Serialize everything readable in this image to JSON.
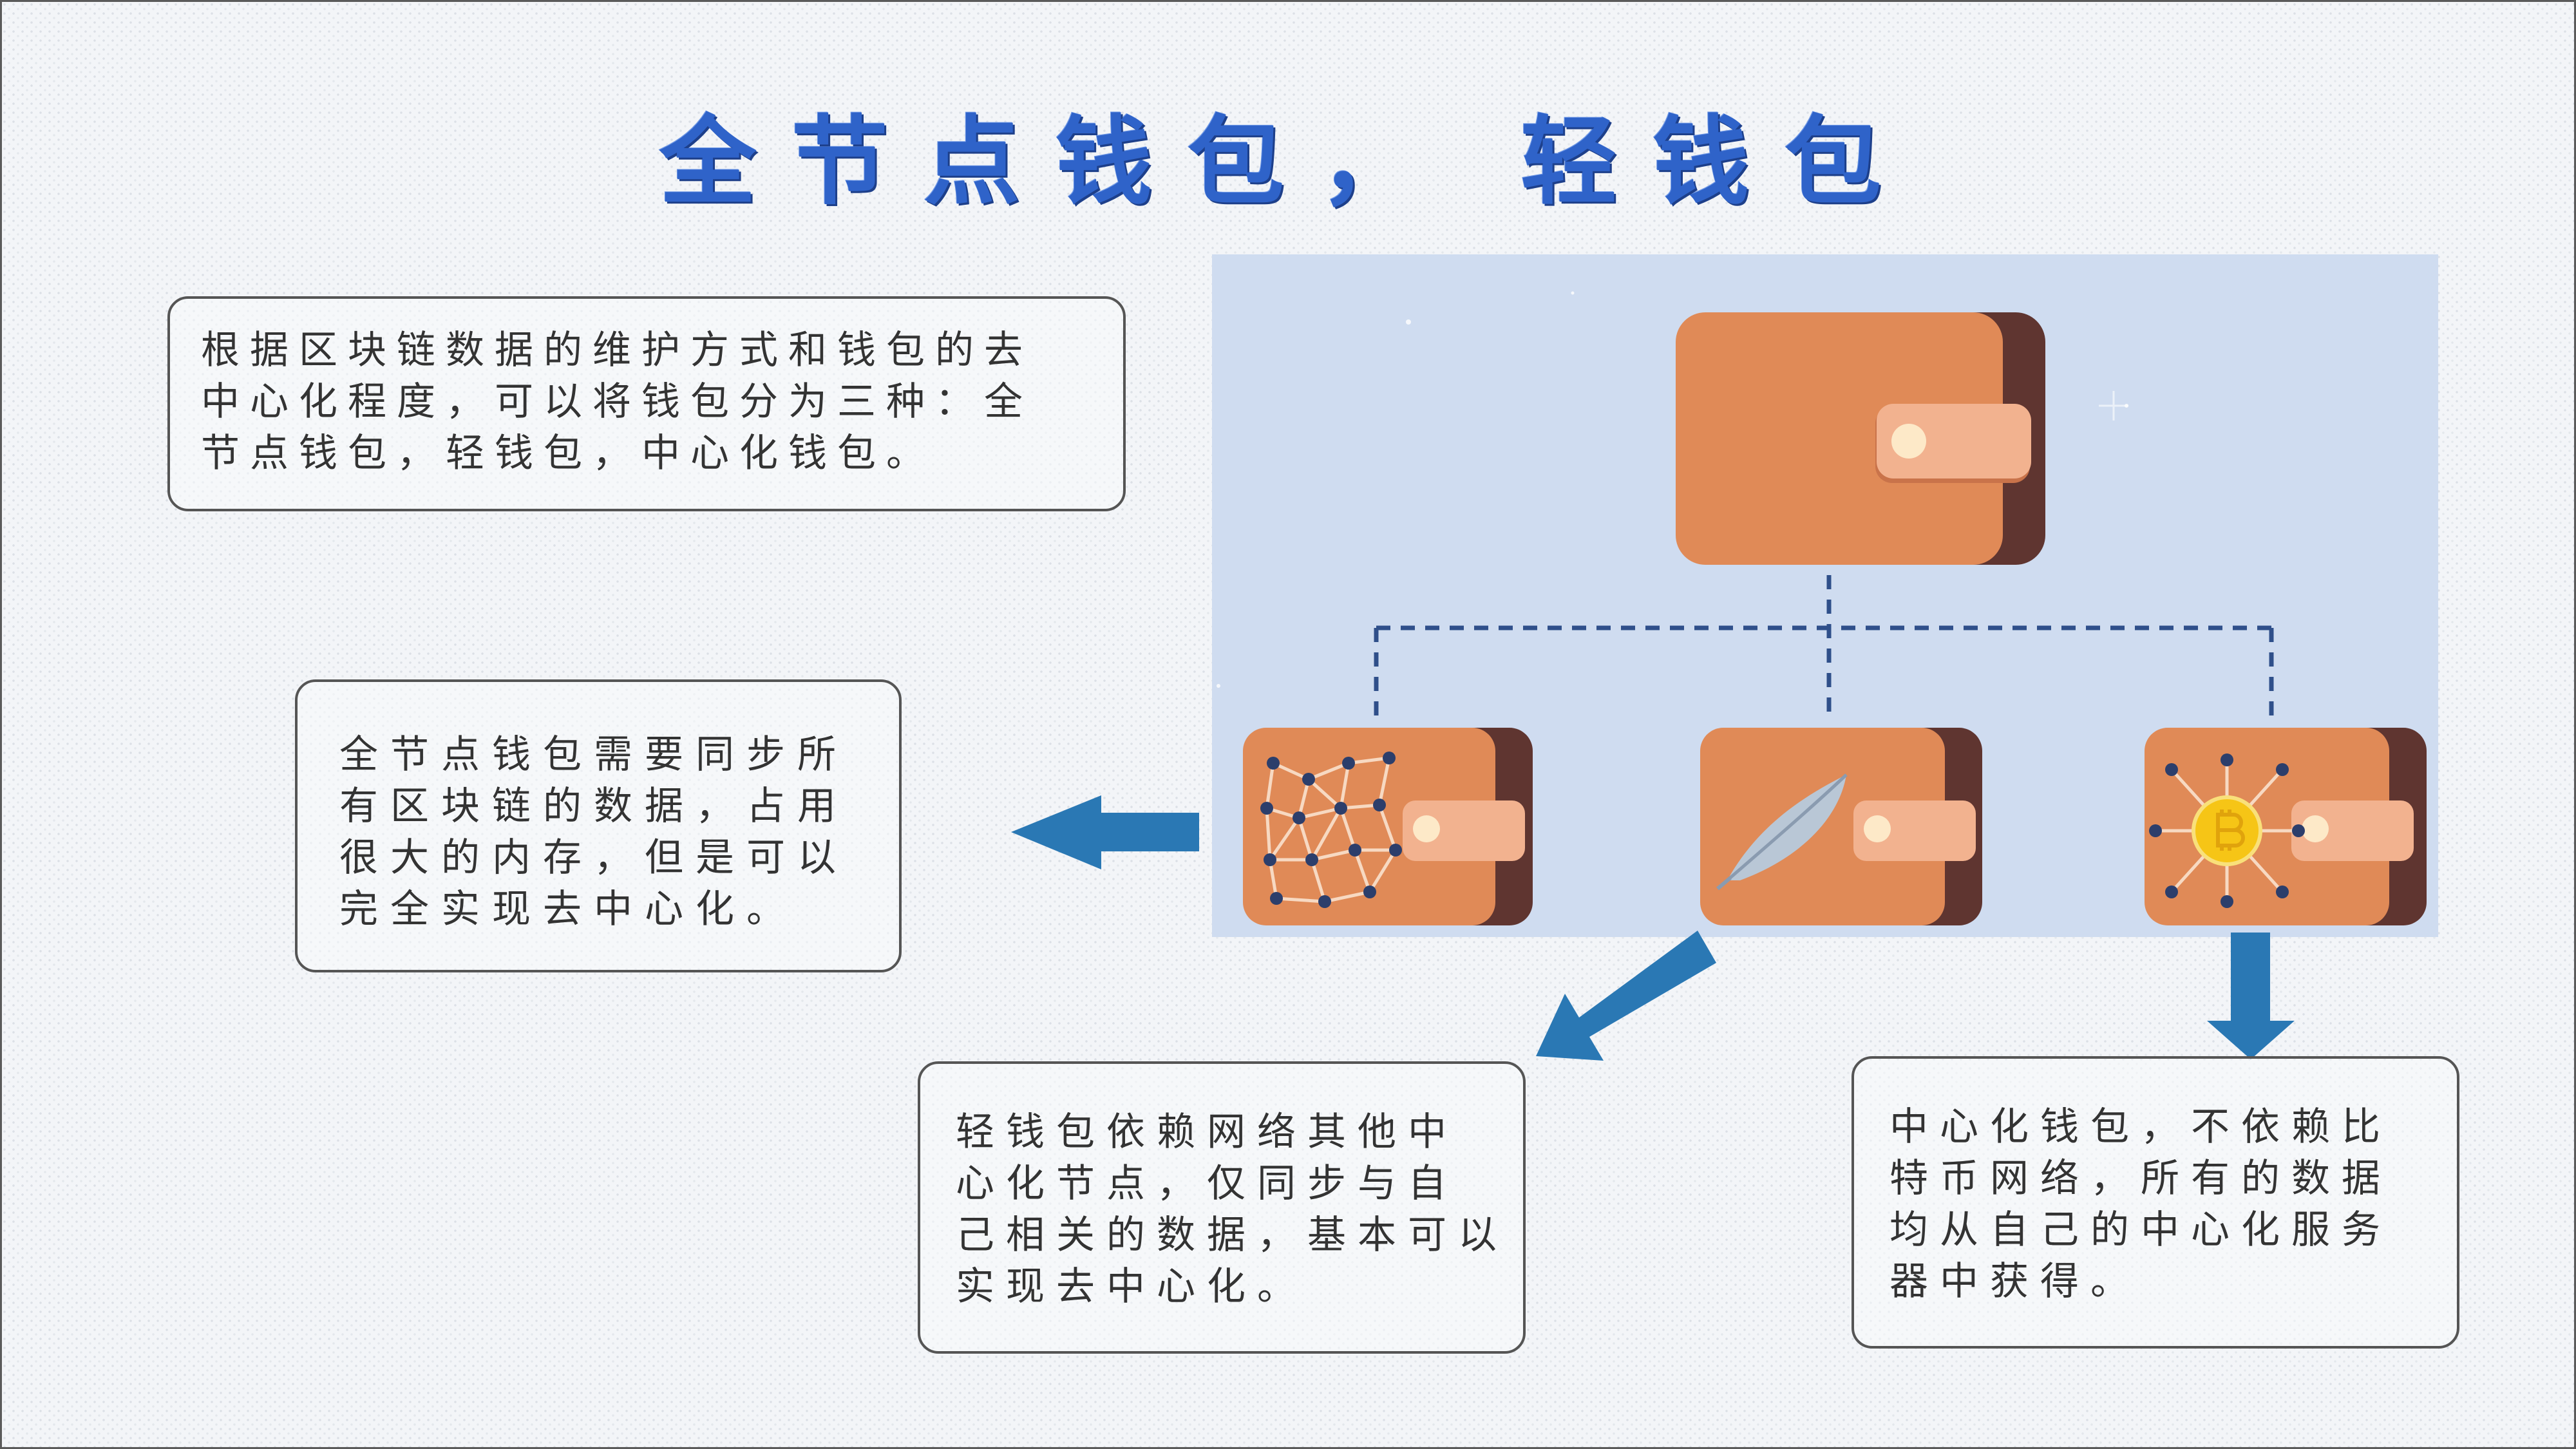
{
  "title": "全节点钱包， 轻钱包",
  "intro": {
    "lines": [
      "根据区块链数据的维护方式和钱包的去",
      "中心化程度，可以将钱包分为三种：全",
      "节点钱包，轻钱包，中心化钱包。"
    ]
  },
  "full_node": {
    "lines": [
      "全节点钱包需要同步所",
      "有区块链的数据，占用",
      "很大的内存，但是可以",
      "完全实现去中心化。"
    ]
  },
  "light": {
    "lines": [
      "轻钱包依赖网络其他中",
      "心化节点，仅同步与自",
      "己相关的数据，基本可以",
      "实现去中心化。"
    ]
  },
  "central": {
    "lines": [
      "中心化钱包，不依赖比",
      "特币网络，所有的数据",
      "均从自己的中心化服务",
      "器中获得。"
    ]
  },
  "colors": {
    "title": "#2f63c9",
    "arrow": "#2a78b4",
    "wallet_body": "#e08a57",
    "wallet_back": "#5f3530",
    "clasp": "#f2b28f",
    "panel_bg": "#cfdcf0",
    "dash_line": "#2f4f8a",
    "bitcoin": "#f6c516"
  },
  "icons": [
    "wallet-icon",
    "network-icon",
    "feather-icon",
    "bitcoin-icon"
  ]
}
